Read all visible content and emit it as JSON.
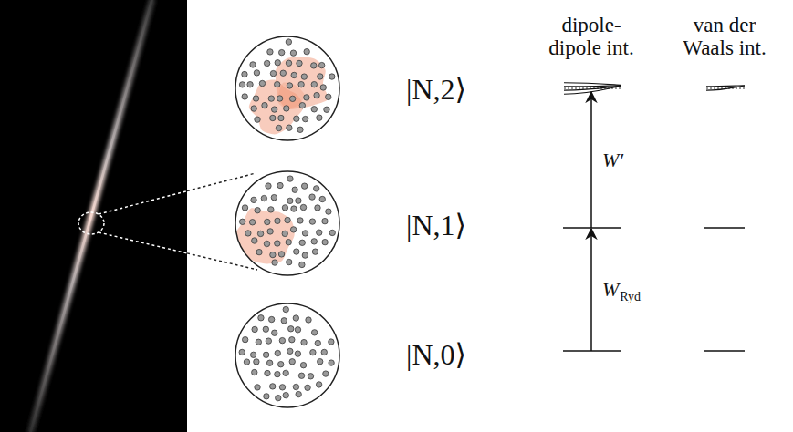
{
  "diagram": {
    "labels": [
      "dipole- dipole int.",
      "van der Waals int.",
      "|N,2⟩",
      "W′",
      "|N,1⟩",
      "W",
      "Ryd",
      "|N,0⟩"
    ]
  }
}
